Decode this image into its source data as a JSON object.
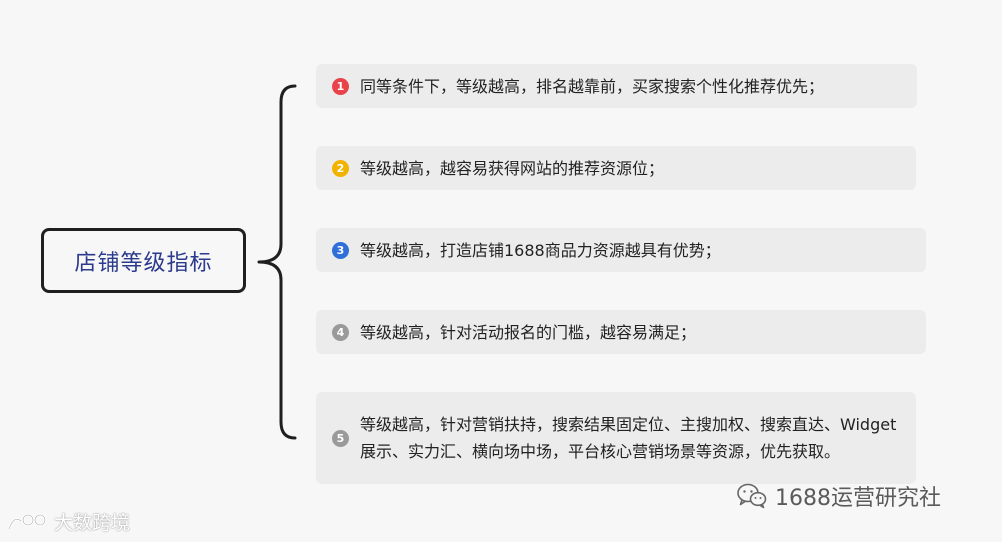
{
  "root": {
    "label": "店铺等级指标"
  },
  "branches": [
    {
      "number": "1",
      "text": "同等条件下，等级越高，排名越靠前，买家搜索个性化推荐优先；",
      "color": "#e8434a"
    },
    {
      "number": "2",
      "text": "等级越高，越容易获得网站的推荐资源位；",
      "color": "#f2b300"
    },
    {
      "number": "3",
      "text": "等级越高，打造店铺1688商品力资源越具有优势；",
      "color": "#2f6fd8"
    },
    {
      "number": "4",
      "text": "等级越高，针对活动报名的门槛，越容易满足；",
      "color": "#9a9a9a"
    },
    {
      "number": "5",
      "text": "等级越高，针对营销扶持，搜索结果固定位、主搜加权、搜索直达、Widget展示、实力汇、横向场中场，平台核心营销场景等资源，优先获取。",
      "color": "#9a9a9a"
    }
  ],
  "watermarks": {
    "wechat": "1688运营研究社",
    "wechat_icon": "wechat-icon",
    "site": "大数跨境",
    "site_logo": "site-logo-icon"
  },
  "colors": {
    "background": "#f7f7f7",
    "node_fill": "#ececec",
    "root_border": "#1f1f1f",
    "root_text": "#2b3a8c",
    "brace": "#1f1f1f"
  }
}
